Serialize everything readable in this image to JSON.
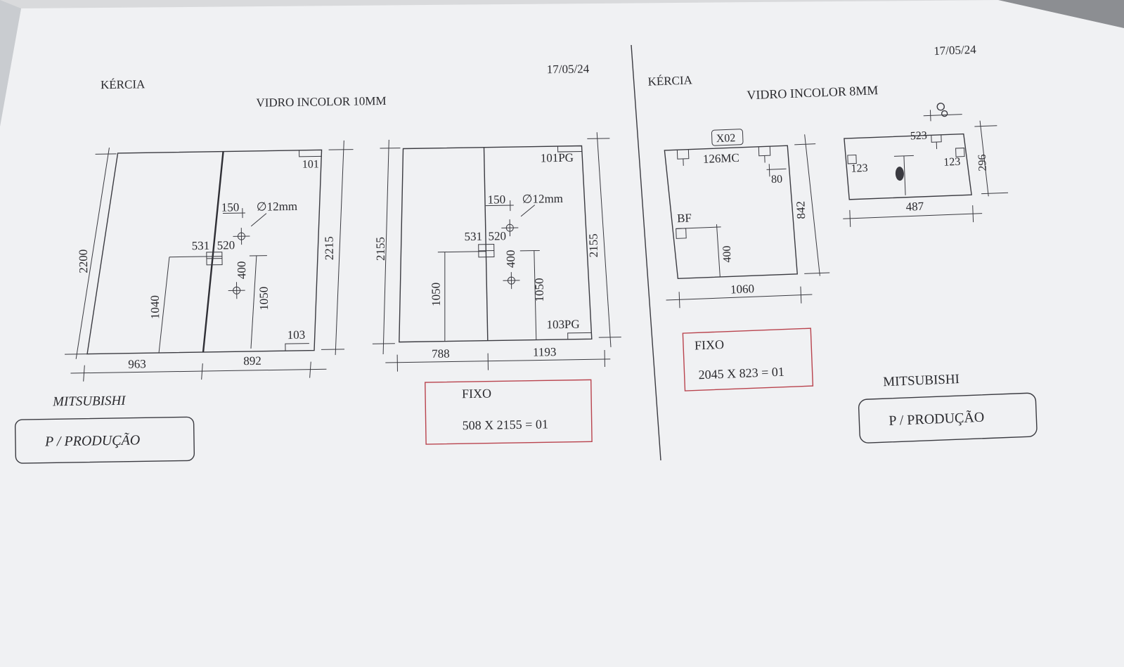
{
  "colors": {
    "paper": "#f1f2f4",
    "ink": "#2a2a2e",
    "frame": "#b9434d",
    "background": "#d9dadc"
  },
  "left": {
    "client": "KÉRCIA",
    "date": "17/05/24",
    "glass": "VIDRO INCOLOR 10MM",
    "panel_a": {
      "dims": {
        "top_corner": "101",
        "bottom_corner": "103",
        "height_left": "2200",
        "height_right": "2215",
        "offset_150": "150",
        "hole": "∅12mm",
        "d531": "531",
        "d520": "520",
        "d400": "400",
        "d1040": "1040",
        "d1050": "1050",
        "width1": "963",
        "width2": "892"
      }
    },
    "panel_b": {
      "dims": {
        "top_corner": "101PG",
        "bottom_corner": "103PG",
        "height_left": "2155",
        "height_right": "2155",
        "offset_150": "150",
        "hole": "∅12mm",
        "d531": "531",
        "d520": "520",
        "d400": "400",
        "d1050_left": "1050",
        "d1050_right": "1050",
        "width1": "788",
        "width2": "1193"
      }
    },
    "brand": "MITSUBISHI",
    "status": "P / PRODUÇÃO",
    "fixed_box": {
      "title": "FIXO",
      "spec": "508 X 2155 = 01"
    }
  },
  "right": {
    "client": "KÉRCIA",
    "date": "17/05/24",
    "glass": "VIDRO INCOLOR 8MM",
    "panel_a": {
      "tag": "X02",
      "dims": {
        "top_label": "126MC",
        "d80": "80",
        "bf": "BF",
        "d400": "400",
        "height": "842",
        "width": "1060"
      }
    },
    "panel_b": {
      "dims": {
        "d523": "523",
        "d123_left": "123",
        "d123_right": "123",
        "height": "296",
        "width": "487"
      }
    },
    "fixed_box": {
      "title": "FIXO",
      "spec": "2045 X 823 = 01"
    },
    "brand": "MITSUBISHI",
    "status": "P / PRODUÇÃO"
  }
}
